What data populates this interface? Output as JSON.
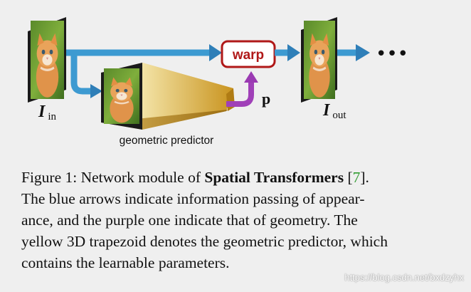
{
  "diagram": {
    "warp_label": "warp",
    "param_label": "p",
    "input_label_main": "I",
    "input_label_sub": "in",
    "output_label_main": "I",
    "output_label_sub": "out",
    "predictor_label": "geometric predictor",
    "ellipsis": "•••",
    "colors": {
      "blue_arrow": "#3d9ad1",
      "purple_arrow": "#a040b8",
      "warp_border": "#b01818",
      "warp_text": "#b01818",
      "trapezoid": "#d8a830",
      "background": "#efefef"
    }
  },
  "caption": {
    "figure_prefix": "Figure 1:  Network module of ",
    "bold_title": "Spatial Transformers",
    "ref_open": " [",
    "ref_num": "7",
    "ref_close": "].",
    "line2": "The blue arrows indicate information passing of appear-",
    "line3": "ance, and the purple one indicate that of geometry.  The",
    "line4": "yellow 3D trapezoid denotes the geometric predictor, which",
    "line5": "contains the learnable parameters."
  },
  "watermark": "https://blog.csdn.net/bxdzyhx"
}
